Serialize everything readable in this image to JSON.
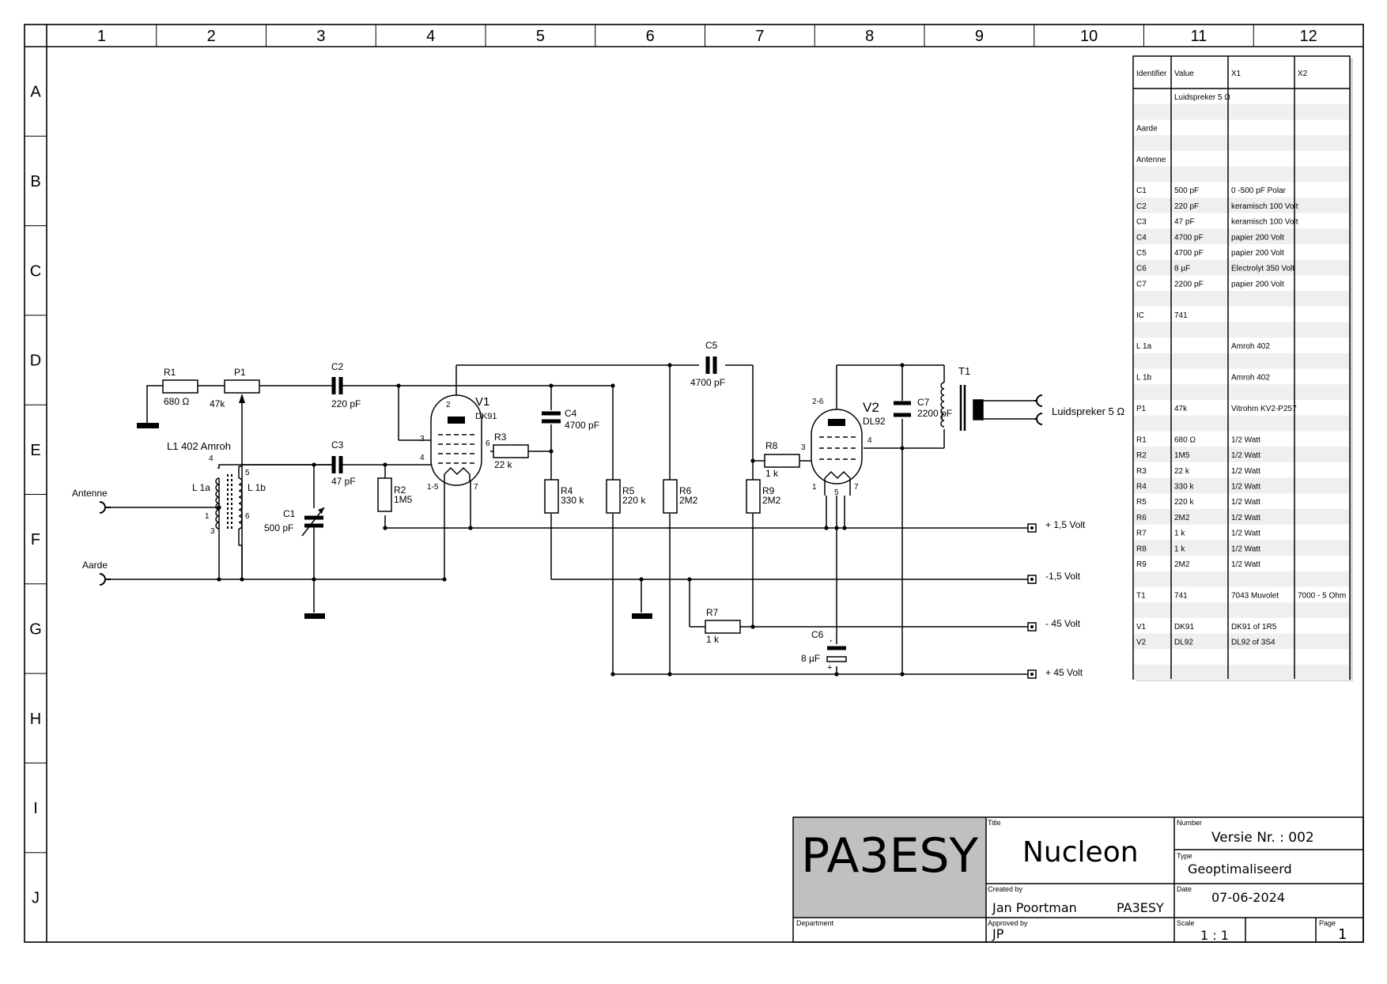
{
  "grid": {
    "columns": [
      "1",
      "2",
      "3",
      "4",
      "5",
      "6",
      "7",
      "8",
      "9",
      "10",
      "11",
      "12"
    ],
    "rows": [
      "A",
      "B",
      "C",
      "D",
      "E",
      "F",
      "G",
      "H",
      "I",
      "J"
    ]
  },
  "title_block": {
    "logo": "PA3ESY",
    "title_caption": "Title",
    "title": "Nucleon",
    "number_caption": "Number",
    "number": "Versie Nr. : 002",
    "type_caption": "Type",
    "type": "Geoptimaliseerd",
    "created_caption": "Created by",
    "created_by": "Jan Poortman",
    "created_call": "PA3ESY",
    "date_caption": "Date",
    "date": "07-06-2024",
    "department_caption": "Department",
    "approved_caption": "Approved by",
    "approved_by": "JP",
    "scale_caption": "Scale",
    "scale": "1 : 1",
    "page_caption": "Page",
    "page": "1"
  },
  "bom": {
    "headers": [
      "Identifier",
      "Value",
      "X1",
      "X2"
    ],
    "rows": [
      [
        "",
        "Luidspreker 5 Ω",
        "",
        ""
      ],
      [
        "Aarde",
        "",
        "",
        ""
      ],
      [
        "Antenne",
        "",
        "",
        ""
      ],
      [
        "C1",
        "500 pF",
        "0 -500 pF Polar",
        ""
      ],
      [
        "C2",
        "220 pF",
        "keramisch 100 Volt",
        ""
      ],
      [
        "C3",
        "47 pF",
        "keramisch 100 Volt",
        ""
      ],
      [
        "C4",
        "4700 pF",
        "papier 200 Volt",
        ""
      ],
      [
        "C5",
        "4700 pF",
        "papier 200 Volt",
        ""
      ],
      [
        "C6",
        "8 µF",
        "Electrolyt 350 Volt",
        ""
      ],
      [
        "C7",
        "2200 pF",
        "papier 200 Volt",
        ""
      ],
      [
        "IC",
        "741",
        "",
        ""
      ],
      [
        "L 1a",
        "",
        "Amroh 402",
        ""
      ],
      [
        "L 1b",
        "",
        "Amroh 402",
        ""
      ],
      [
        "P1",
        "47k",
        "Vitrohm KV2-P257",
        ""
      ],
      [
        "R1",
        "680 Ω",
        "1/2 Watt",
        ""
      ],
      [
        "R2",
        "1M5",
        "1/2 Watt",
        ""
      ],
      [
        "R3",
        "22 k",
        "1/2 Watt",
        ""
      ],
      [
        "R4",
        "330 k",
        "1/2 Watt",
        ""
      ],
      [
        "R5",
        "220 k",
        "1/2 Watt",
        ""
      ],
      [
        "R6",
        "2M2",
        "1/2 Watt",
        ""
      ],
      [
        "R7",
        "1 k",
        "1/2 Watt",
        ""
      ],
      [
        "R8",
        "1 k",
        "1/2 Watt",
        ""
      ],
      [
        "R9",
        "2M2",
        "1/2 Watt",
        ""
      ],
      [
        "T1",
        "741",
        "7043 Muvolet",
        "7000 - 5  Ohm"
      ],
      [
        "V1",
        "DK91",
        "DK91 of 1R5",
        ""
      ],
      [
        "V2",
        "DL92",
        "DL92 of 3S4",
        ""
      ]
    ]
  },
  "schematic": {
    "r1": {
      "ref": "R1",
      "value": "680 Ω"
    },
    "p1": {
      "ref": "P1",
      "value": "47k"
    },
    "c2": {
      "ref": "C2",
      "value": "220 pF"
    },
    "c3": {
      "ref": "C3",
      "value": "47 pF"
    },
    "l1": {
      "title": "L1  402 Amroh",
      "a": "L 1a",
      "b": "L 1b",
      "p4": "4",
      "p5": "5",
      "p1": "1",
      "p3": "3",
      "p6": "6"
    },
    "c1": {
      "ref": "C1",
      "value": "500 pF"
    },
    "r2": {
      "ref": "R2",
      "value": "1M5"
    },
    "v1": {
      "ref": "V1",
      "type": "DK91",
      "p2": "2",
      "p3": "3",
      "p4": "4",
      "p6": "6",
      "p15": "1-5",
      "p7": "7"
    },
    "r3": {
      "ref": "R3",
      "value": "22 k"
    },
    "c4": {
      "ref": "C4",
      "value": "4700 pF"
    },
    "r4": {
      "ref": "R4",
      "value": "330 k"
    },
    "r5": {
      "ref": "R5",
      "value": "220 k"
    },
    "r6": {
      "ref": "R6",
      "value": "2M2"
    },
    "c5": {
      "ref": "C5",
      "value": "4700 pF"
    },
    "r8": {
      "ref": "R8",
      "value": "1 k"
    },
    "r9": {
      "ref": "R9",
      "value": "2M2"
    },
    "v2": {
      "ref": "V2",
      "type": "DL92",
      "p26": "2-6",
      "p3": "3",
      "p4": "4",
      "p1": "1",
      "p5": "5",
      "p7": "7"
    },
    "c7": {
      "ref": "C7",
      "value": "2200 pF"
    },
    "t1": {
      "ref": "T1"
    },
    "r7": {
      "ref": "R7",
      "value": "1 k"
    },
    "c6": {
      "ref": "C6",
      "value": "8 µF",
      "plus": "+",
      "dot": ","
    },
    "antenne": "Antenne",
    "aarde": "Aarde",
    "speaker": "Luidspreker 5 Ω",
    "rail1": "+ 1,5 Volt",
    "rail2": "-1,5 Volt",
    "rail3": "- 45 Volt",
    "rail4": "+ 45 Volt"
  }
}
